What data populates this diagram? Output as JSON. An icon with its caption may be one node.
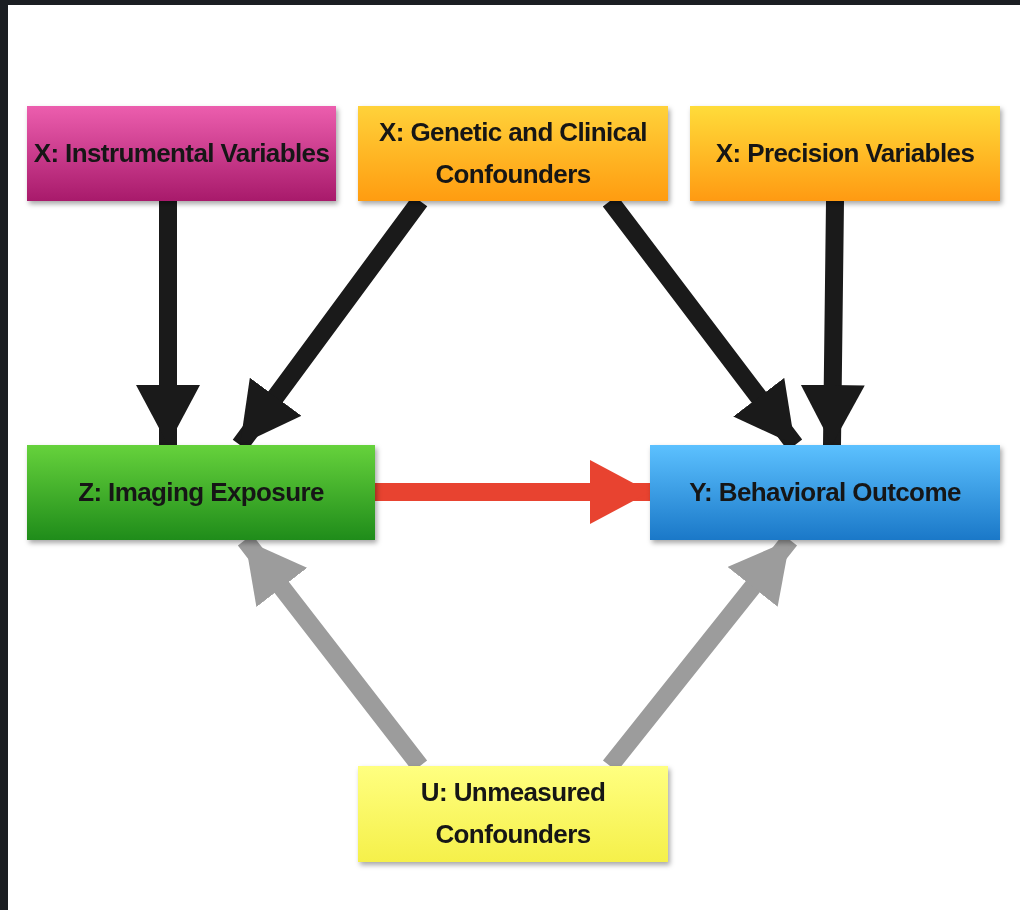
{
  "diagram": {
    "nodes": [
      {
        "text": [
          "X: Instrumental Variables"
        ]
      },
      {
        "text": [
          "X: Genetic and Clinical Confounders"
        ]
      },
      {
        "text": [
          "X: Precision Variables"
        ]
      },
      {
        "text": [
          "Z: Imaging Exposure"
        ]
      },
      {
        "text": [
          "Y: Behavioral Outcome"
        ]
      },
      {
        "text": [
          "U: Unmeasured Confounders"
        ]
      }
    ],
    "edges": [
      {
        "from": 0,
        "to": 3,
        "arrow": "to"
      },
      {
        "from": 1,
        "to": 3,
        "arrow": "to"
      },
      {
        "from": 1,
        "to": 4,
        "arrow": "to"
      },
      {
        "from": 2,
        "to": 4,
        "arrow": "to"
      },
      {
        "from": 3,
        "to": 4,
        "arrow": "to",
        "color": "#e84330"
      },
      {
        "from": 5,
        "to": 3,
        "arrow": "to",
        "color": "#9c9c9c"
      },
      {
        "from": 5,
        "to": 4,
        "arrow": "to",
        "color": "#9c9c9c"
      }
    ]
  }
}
